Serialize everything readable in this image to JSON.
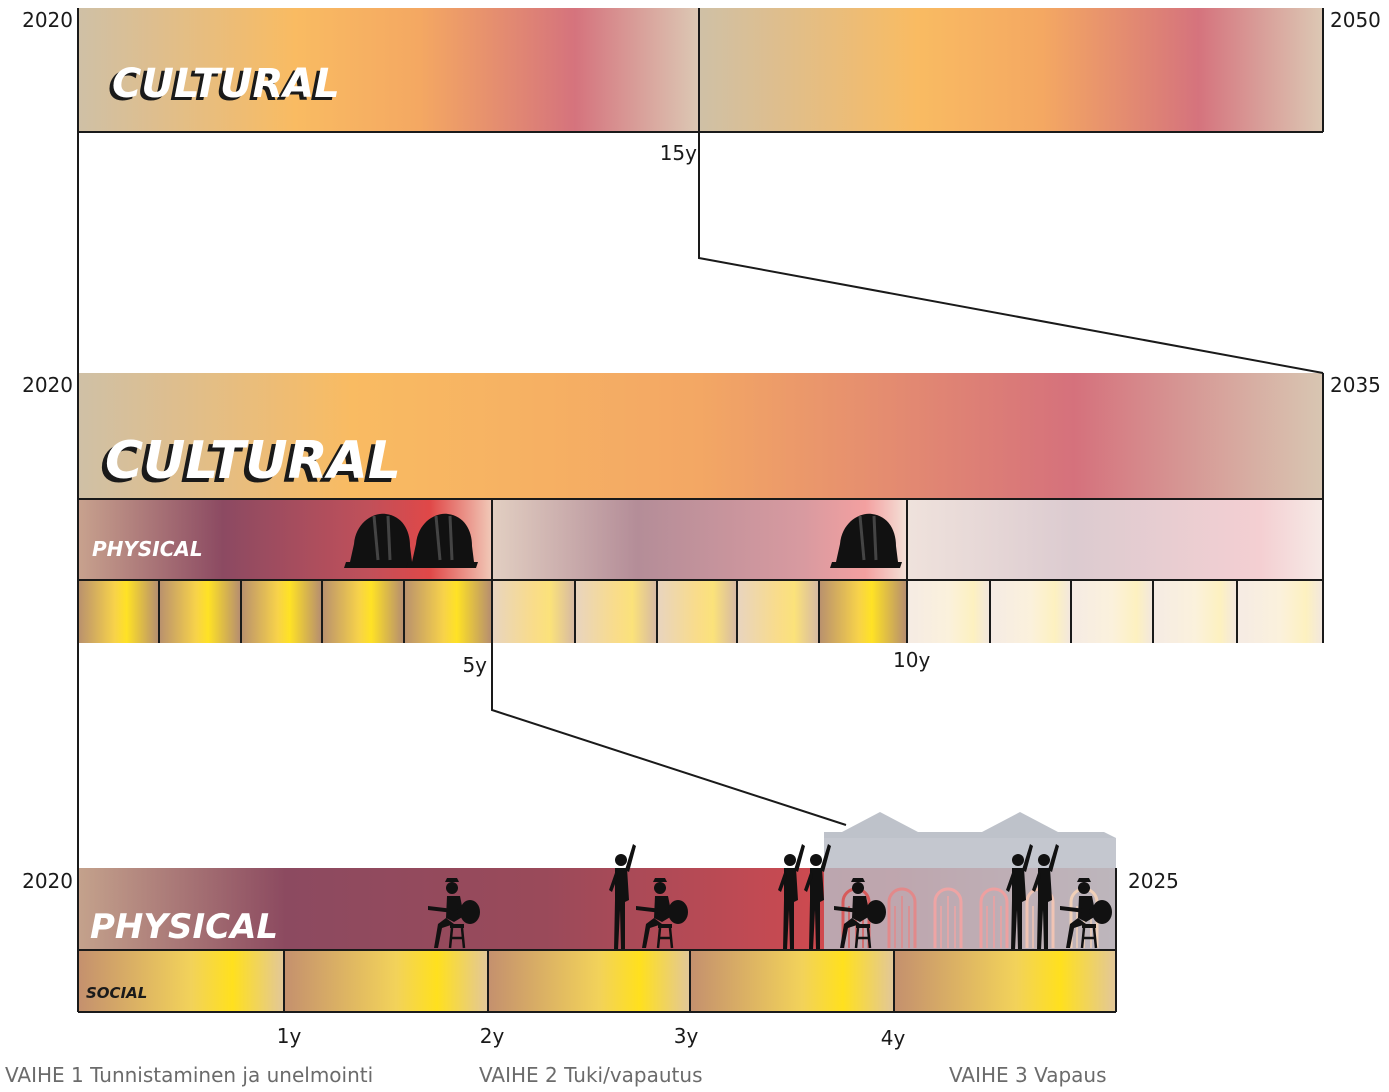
{
  "top_band": {
    "start_year": "2020",
    "end_year": "2050",
    "label": "CULTURAL",
    "marker": "15y"
  },
  "mid_band": {
    "start_year": "2020",
    "end_year": "2035",
    "cultural_label": "CULTURAL",
    "physical_label": "PHYSICAL",
    "marker_5": "5y",
    "marker_10": "10y"
  },
  "bottom_band": {
    "start_year": "2020",
    "end_year": "2025",
    "physical_label": "PHYSICAL",
    "social_label": "SOCIAL",
    "ticks": [
      "1y",
      "2y",
      "3y",
      "4y"
    ]
  },
  "phases": [
    "VAIHE 1 Tunnistaminen ja unelmointi",
    "VAIHE 2 Tuki/vapautus",
    "VAIHE 3 Vapaus"
  ],
  "colors": {
    "sand": "#cfc0a6",
    "orange": "#f7b35c",
    "rose": "#d46f7d",
    "plum": "#8a4a60",
    "red": "#e04b4b",
    "yellow": "#ffe12a",
    "tan": "#c79a7a"
  }
}
